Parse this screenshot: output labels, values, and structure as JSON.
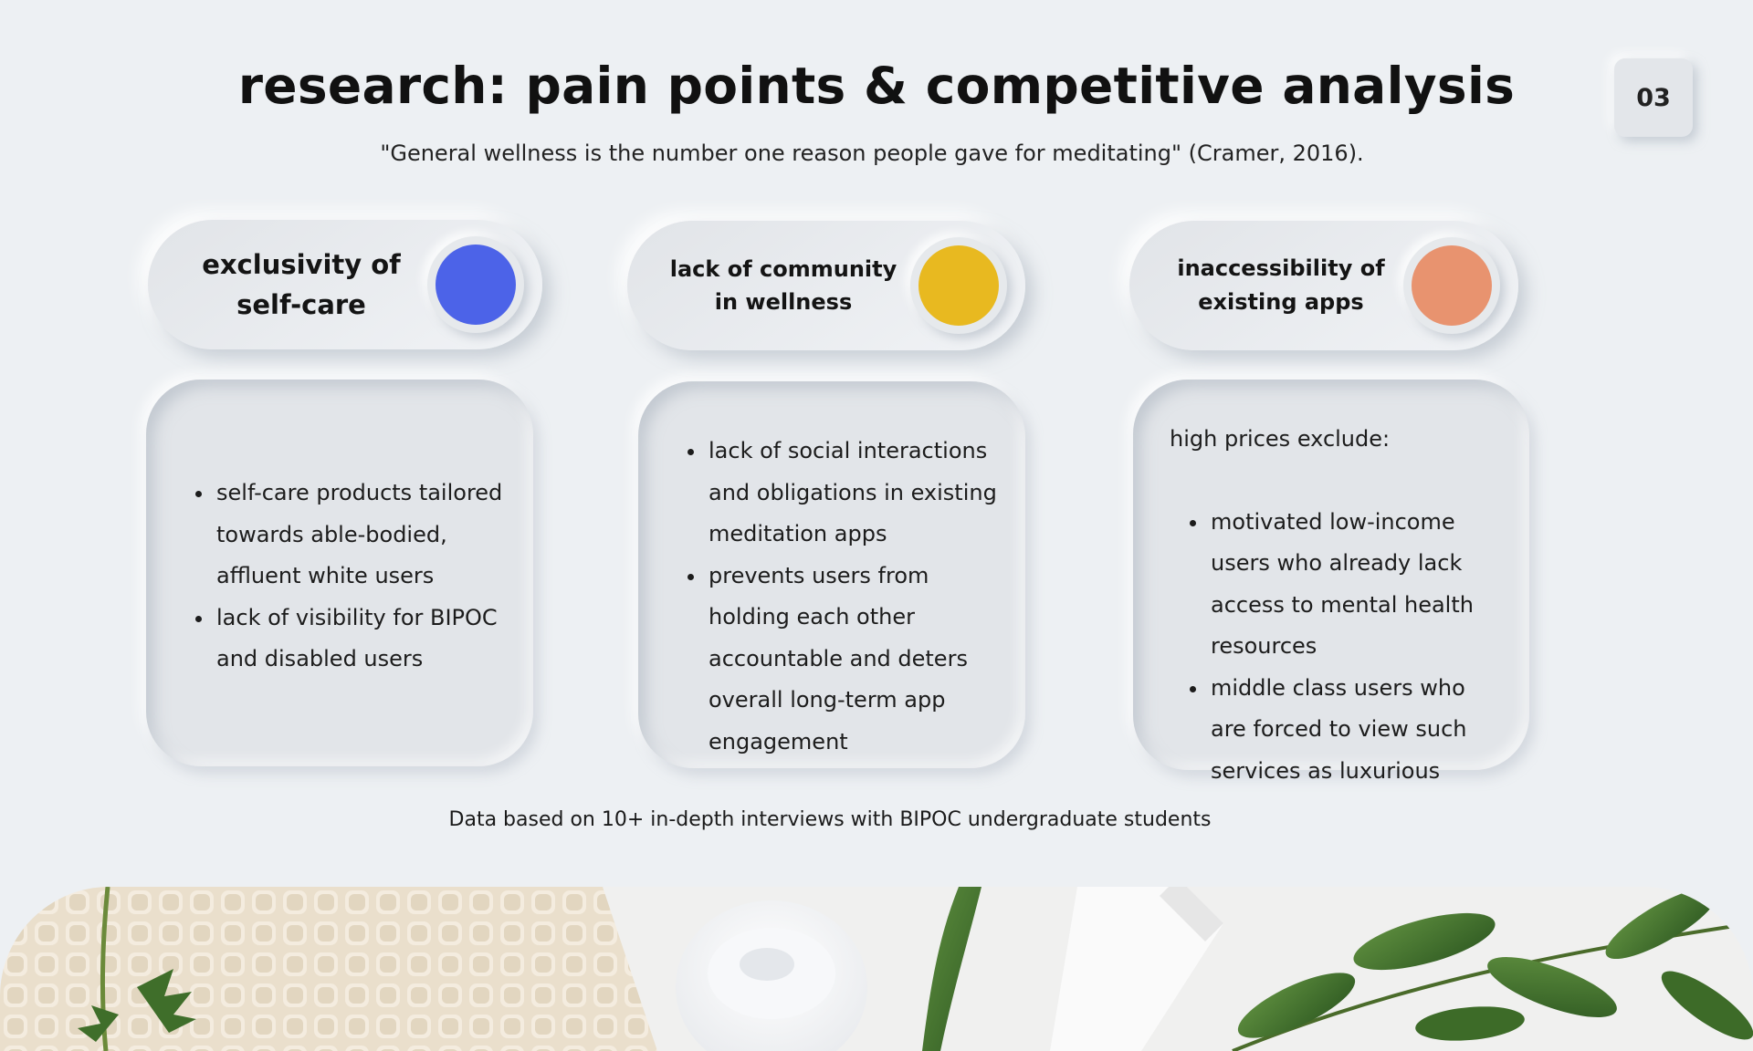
{
  "slide": {
    "title": "research: pain points & competitive analysis",
    "quote": "\"General wellness is the number one reason people gave for meditating\" (Cramer, 2016).",
    "page_number": "03",
    "footnote": "Data based on 10+ in-depth interviews with BIPOC undergraduate students"
  },
  "pain_points": [
    {
      "label_lines": [
        "exclusivity of",
        "self-care"
      ],
      "color": "#4c63e8",
      "intro": "",
      "bullets": [
        "self-care products tailored towards able-bodied, affluent white users",
        "lack of visibility for BIPOC and disabled users"
      ]
    },
    {
      "label_lines": [
        "lack of community",
        "in wellness"
      ],
      "color": "#e8b920",
      "intro": "",
      "bullets": [
        "lack of social interactions and obligations in existing meditation apps",
        "prevents users from holding each other accountable and deters overall long-term app engagement"
      ]
    },
    {
      "label_lines": [
        "inaccessibility of",
        "existing apps"
      ],
      "color": "#e8936f",
      "intro": "high prices exclude:",
      "bullets": [
        "motivated low-income users who already lack access to mental health resources",
        "middle class users who are forced to view such services as luxurious"
      ]
    }
  ],
  "photo": {
    "icons": [
      "waffle-towel-icon",
      "fern-icon",
      "cream-jar-icon",
      "lotion-tube-icon",
      "leaf-branch-icon"
    ]
  }
}
